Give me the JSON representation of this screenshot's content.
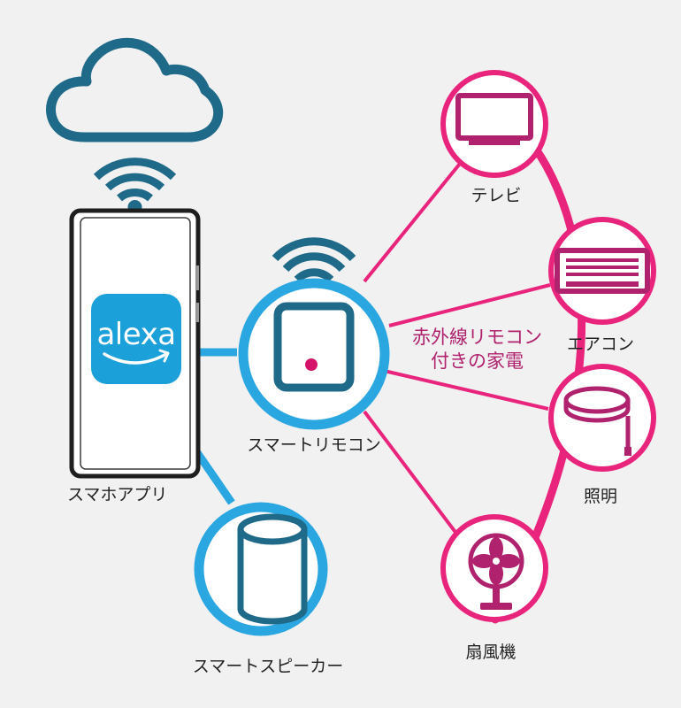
{
  "colors": {
    "background": "#f2f1f1",
    "navy": "#1f6a89",
    "blue": "#2aa7e0",
    "pink": "#e8247c",
    "magenta": "#b0226e",
    "alexa_tile": "#1ca0d9"
  },
  "diagram": {
    "cloud": {
      "icon": "cloud-icon"
    },
    "phone": {
      "label": "スマホアプリ",
      "app_name": "alexa"
    },
    "remote": {
      "label": "スマートリモコン",
      "icon": "remote-icon"
    },
    "speaker": {
      "label": "スマートスピーカー",
      "icon": "speaker-icon"
    },
    "ir_group_label": "赤外線リモコン\n付きの家電",
    "devices": [
      {
        "label": "テレビ",
        "icon": "tv-icon"
      },
      {
        "label": "エアコン",
        "icon": "air-conditioner-icon"
      },
      {
        "label": "照明",
        "icon": "ceiling-light-icon"
      },
      {
        "label": "扇風機",
        "icon": "fan-icon"
      }
    ]
  }
}
